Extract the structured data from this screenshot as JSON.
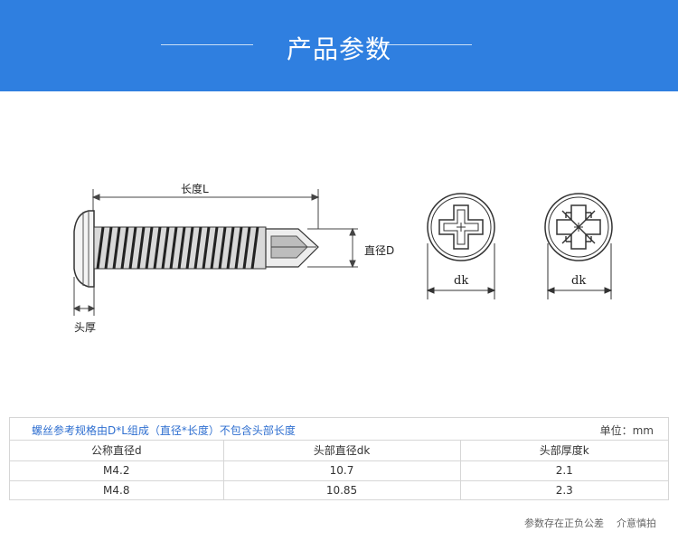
{
  "banner": {
    "title": "产品参数"
  },
  "drawing": {
    "length_label": "长度L",
    "diameter_label": "直径D",
    "head_thickness_label": "头厚",
    "dk_label_1": "dk",
    "dk_label_2": "dk"
  },
  "spec": {
    "note": "螺丝参考规格由D*L组成（直径*长度）不包含头部长度",
    "unit": "单位：mm",
    "headers": [
      "公称直径d",
      "头部直径dk",
      "头部厚度k"
    ],
    "rows": [
      [
        "M4.2",
        "10.7",
        "2.1"
      ],
      [
        "M4.8",
        "10.85",
        "2.3"
      ]
    ]
  },
  "footer": {
    "tolerance": "参数存在正负公差",
    "intro": "介意慎拍"
  }
}
